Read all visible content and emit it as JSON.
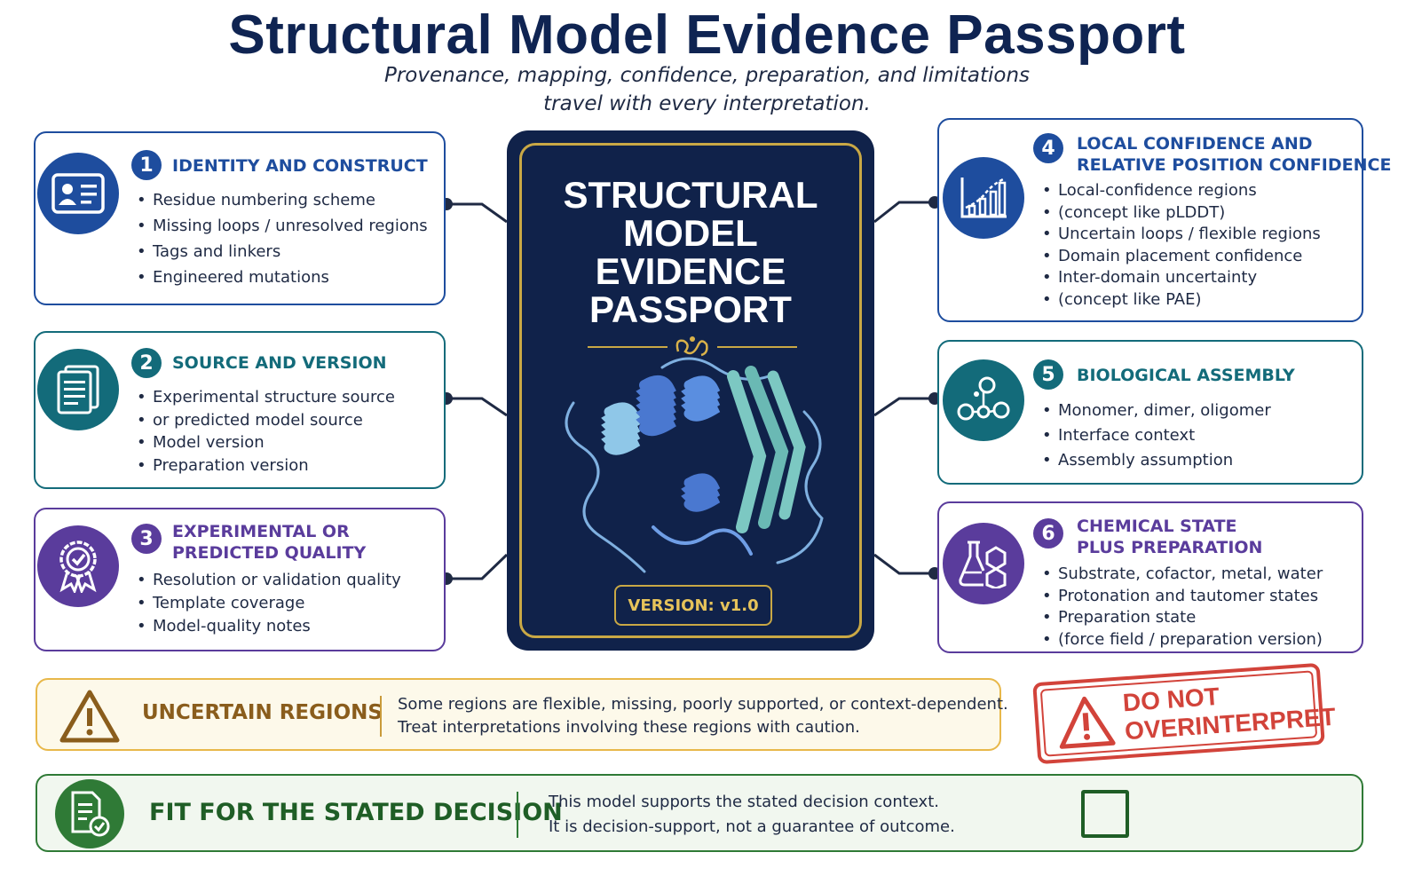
{
  "header": {
    "title": "Structural Model Evidence Passport",
    "subtitle_line1": "Provenance, mapping, confidence, preparation, and limitations",
    "subtitle_line2": "travel with every interpretation."
  },
  "passport": {
    "title_lines": [
      "STRUCTURAL",
      "MODEL",
      "EVIDENCE",
      "PASSPORT"
    ],
    "version": "VERSION: v1.0"
  },
  "cards": {
    "c1": {
      "number": "1",
      "title_lines": [
        "IDENTITY AND CONSTRUCT"
      ],
      "icon": "id-card-icon",
      "items": [
        "Residue numbering scheme",
        "Missing loops / unresolved regions",
        "Tags and linkers",
        "Engineered mutations"
      ]
    },
    "c2": {
      "number": "2",
      "title_lines": [
        "SOURCE AND VERSION"
      ],
      "icon": "document-stack-icon",
      "items": [
        "Experimental structure source",
        "or predicted model source",
        "Model version",
        "Preparation version"
      ]
    },
    "c3": {
      "number": "3",
      "title_lines": [
        "EXPERIMENTAL OR",
        "PREDICTED QUALITY"
      ],
      "icon": "quality-badge-icon",
      "items": [
        "Resolution or validation quality",
        "Template coverage",
        "Model-quality notes"
      ]
    },
    "c4": {
      "number": "4",
      "title_lines": [
        "LOCAL CONFIDENCE AND",
        "RELATIVE POSITION CONFIDENCE"
      ],
      "icon": "bar-chart-icon",
      "items": [
        "Local-confidence regions",
        "(concept like pLDDT)",
        "Uncertain loops / flexible regions",
        "Domain placement confidence",
        "Inter-domain uncertainty",
        "(concept like PAE)"
      ]
    },
    "c5": {
      "number": "5",
      "title_lines": [
        "BIOLOGICAL ASSEMBLY"
      ],
      "icon": "molecular-assembly-icon",
      "items": [
        "Monomer, dimer, oligomer",
        "Interface context",
        "Assembly assumption"
      ]
    },
    "c6": {
      "number": "6",
      "title_lines": [
        "CHEMICAL STATE",
        "PLUS PREPARATION"
      ],
      "icon": "chemistry-flask-icon",
      "items": [
        "Substrate, cofactor, metal, water",
        "Protonation and tautomer states",
        "Preparation state",
        "(force field / preparation version)"
      ]
    }
  },
  "uncertain": {
    "label": "UNCERTAIN REGIONS",
    "line1": "Some regions are flexible, missing, poorly supported, or context-dependent.",
    "line2": "Treat interpretations involving these regions with caution."
  },
  "stamp": {
    "line1": "DO NOT",
    "line2": "OVERINTERPRET"
  },
  "fit": {
    "label": "FIT FOR THE STATED DECISION",
    "line1": "This model supports the stated decision context.",
    "line2": "It is decision-support, not a guarantee of outcome."
  },
  "colors": {
    "navy": "#0f2452",
    "blue": "#1e4d9e",
    "teal": "#136b7a",
    "purple": "#5a3c9c",
    "gold": "#c9a845",
    "amber": "#e8b84a",
    "red": "#d2433a",
    "green": "#2f7a36"
  }
}
